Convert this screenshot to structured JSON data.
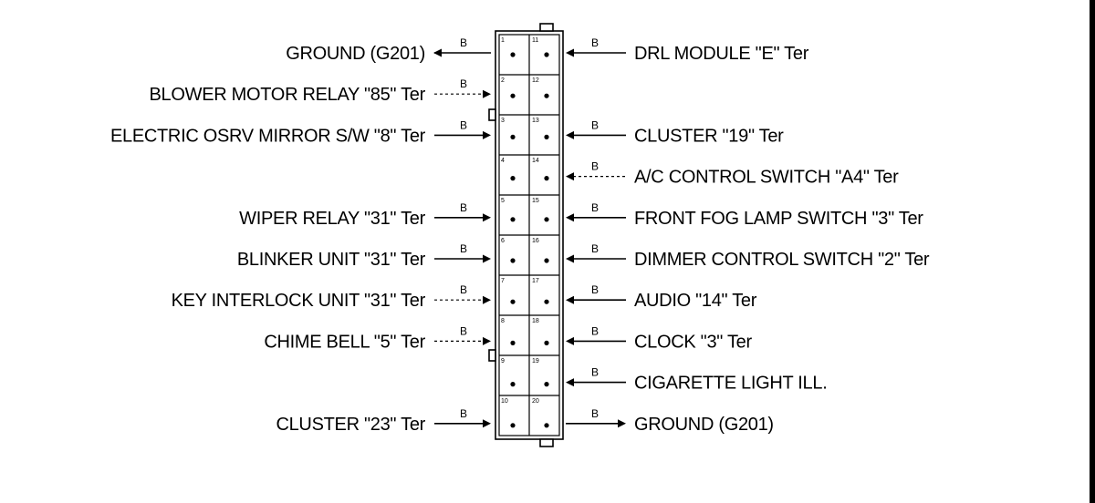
{
  "connector": {
    "left_pins": [
      "1",
      "2",
      "3",
      "4",
      "5",
      "6",
      "7",
      "8",
      "9",
      "10"
    ],
    "right_pins": [
      "11",
      "12",
      "13",
      "14",
      "15",
      "16",
      "17",
      "18",
      "19",
      "20"
    ]
  },
  "left": [
    {
      "label": "GROUND (G201)",
      "wire": "B",
      "dir": "out",
      "style": "solid"
    },
    {
      "label": "BLOWER MOTOR RELAY \"85\" Ter",
      "wire": "B",
      "dir": "in",
      "style": "dashed"
    },
    {
      "label": "ELECTRIC OSRV MIRROR S/W \"8\" Ter",
      "wire": "B",
      "dir": "in",
      "style": "solid"
    },
    {
      "label": "",
      "wire": "",
      "dir": "none",
      "style": "none"
    },
    {
      "label": "WIPER RELAY \"31\" Ter",
      "wire": "B",
      "dir": "in",
      "style": "solid"
    },
    {
      "label": "BLINKER UNIT \"31\" Ter",
      "wire": "B",
      "dir": "in",
      "style": "solid"
    },
    {
      "label": "KEY INTERLOCK UNIT \"31\" Ter",
      "wire": "B",
      "dir": "in",
      "style": "dashed"
    },
    {
      "label": "CHIME BELL \"5\" Ter",
      "wire": "B",
      "dir": "in",
      "style": "dashed"
    },
    {
      "label": "",
      "wire": "",
      "dir": "none",
      "style": "none"
    },
    {
      "label": "CLUSTER \"23\" Ter",
      "wire": "B",
      "dir": "in",
      "style": "solid"
    }
  ],
  "right": [
    {
      "label": "DRL MODULE \"E\" Ter",
      "wire": "B",
      "dir": "in",
      "style": "solid"
    },
    {
      "label": "",
      "wire": "",
      "dir": "none",
      "style": "none"
    },
    {
      "label": "CLUSTER \"19\" Ter",
      "wire": "B",
      "dir": "in",
      "style": "solid"
    },
    {
      "label": "A/C CONTROL SWITCH \"A4\" Ter",
      "wire": "B",
      "dir": "in",
      "style": "dashed"
    },
    {
      "label": "FRONT FOG LAMP SWITCH \"3\" Ter",
      "wire": "B",
      "dir": "in",
      "style": "solid"
    },
    {
      "label": "DIMMER CONTROL SWITCH \"2\" Ter",
      "wire": "B",
      "dir": "in",
      "style": "solid"
    },
    {
      "label": "AUDIO \"14\" Ter",
      "wire": "B",
      "dir": "in",
      "style": "solid"
    },
    {
      "label": "CLOCK \"3\" Ter",
      "wire": "B",
      "dir": "in",
      "style": "solid"
    },
    {
      "label": "CIGARETTE LIGHT ILL.",
      "wire": "B",
      "dir": "in",
      "style": "solid"
    },
    {
      "label": "GROUND (G201)",
      "wire": "B",
      "dir": "out",
      "style": "solid"
    }
  ]
}
